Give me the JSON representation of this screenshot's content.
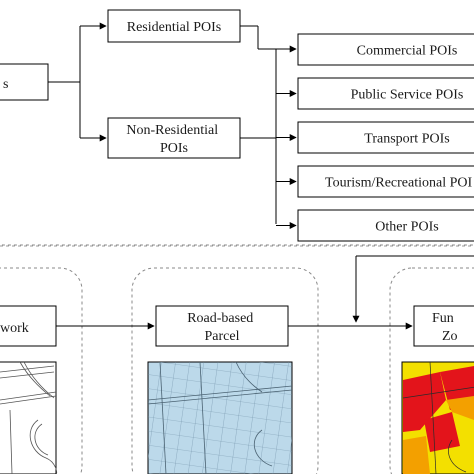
{
  "top": {
    "root_label": "s",
    "residential": "Residential POIs",
    "non_residential": [
      "Non-Residential",
      "POIs"
    ],
    "categories": [
      "Commercial POIs",
      "Public Service POIs",
      "Transport POIs",
      "Tourism/Recreational POI",
      "Other POIs"
    ]
  },
  "bottom": {
    "network_label": "work",
    "parcel_label": [
      "Road-based",
      "Parcel"
    ],
    "zone_label": [
      "Fun",
      "Zo"
    ]
  }
}
